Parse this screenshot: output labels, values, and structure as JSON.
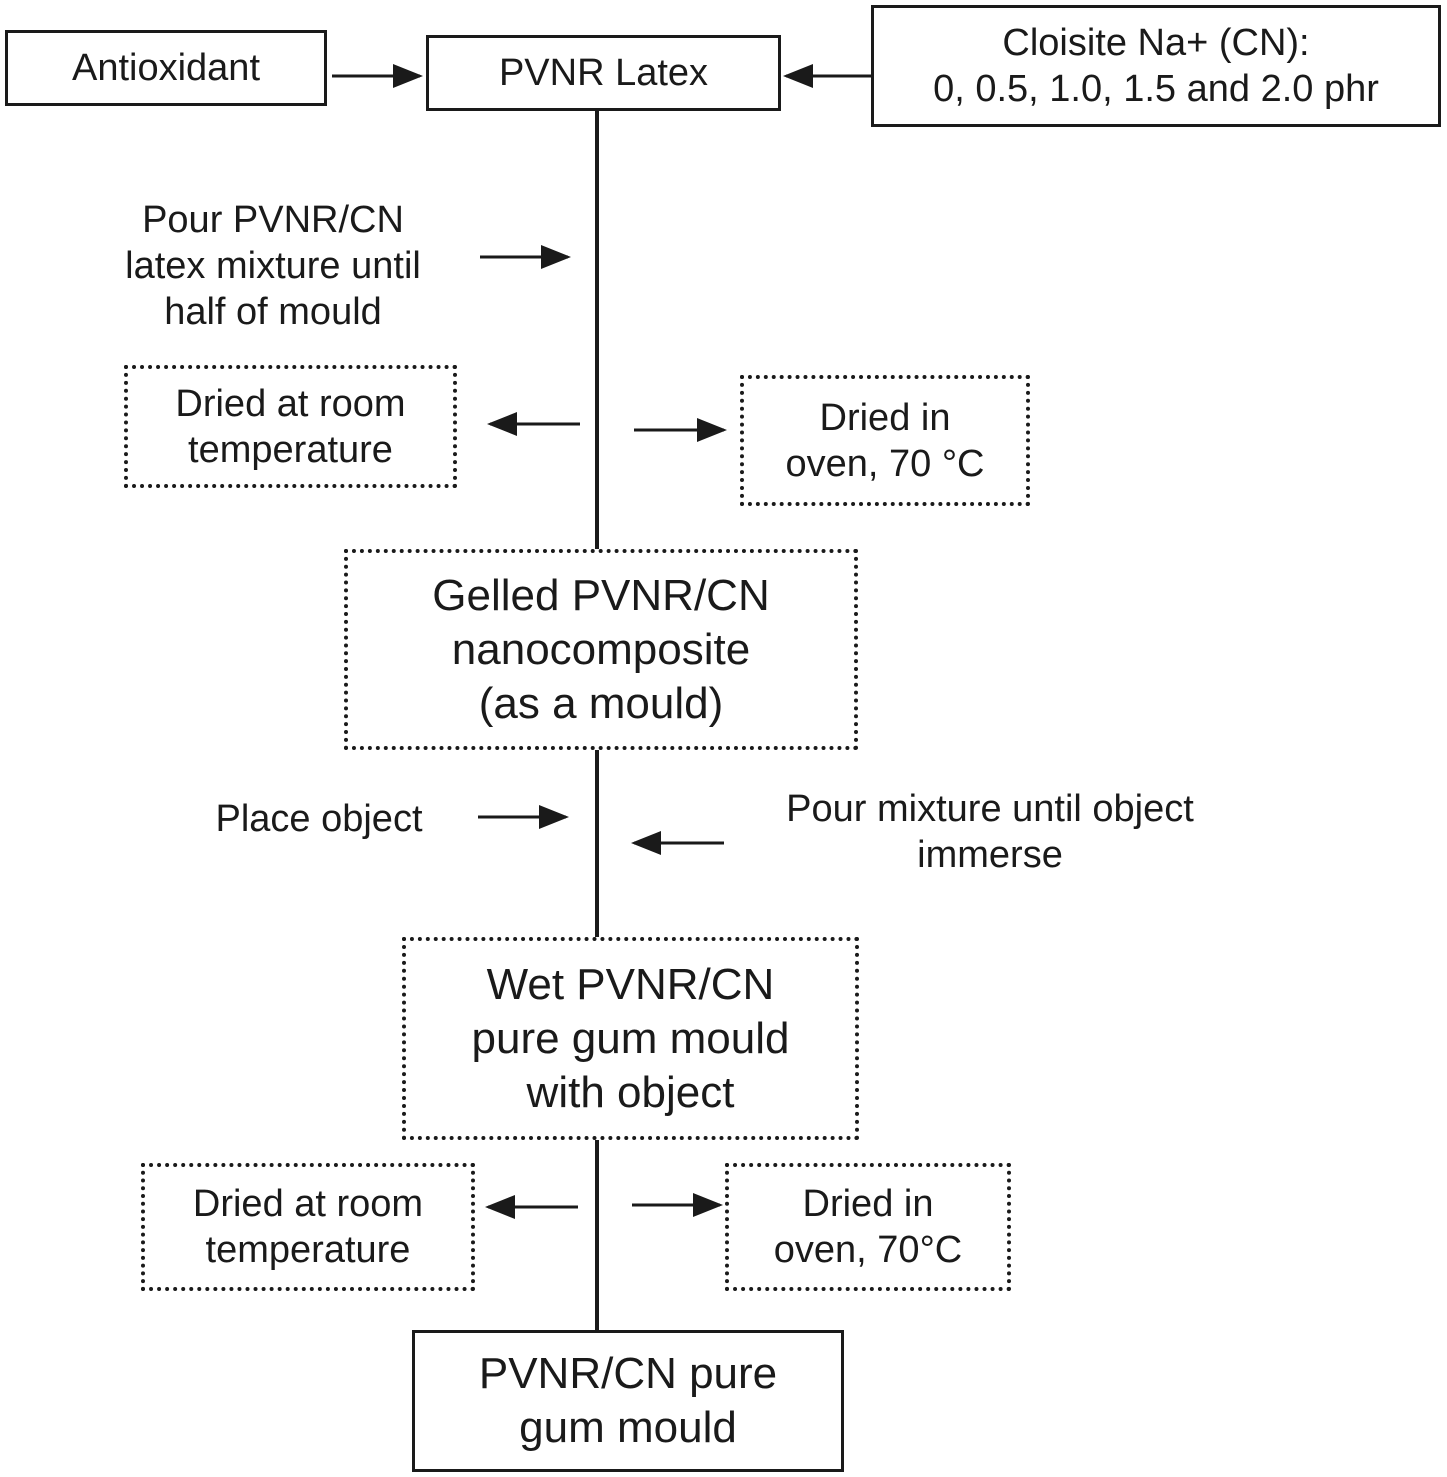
{
  "colors": {
    "ink": "#1a1a1a",
    "background": "#ffffff"
  },
  "inputs": {
    "antioxidant": "Antioxidant",
    "latex": "PVNR Latex",
    "cloisite": [
      "Cloisite Na+ (CN):",
      "0, 0.5, 1.0, 1.5 and 2.0 phr"
    ]
  },
  "step_pour_half": [
    "Pour PVNR/CN",
    "latex mixture until",
    "half of mould"
  ],
  "drying_1": {
    "room": [
      "Dried at room",
      "temperature"
    ],
    "oven": [
      "Dried in",
      "oven, 70 °C"
    ]
  },
  "gelled_mould": [
    "Gelled PVNR/CN",
    "nanocomposite",
    "(as a mould)"
  ],
  "step_place_object": "Place object",
  "step_pour_immerse": [
    "Pour mixture until object",
    "immerse"
  ],
  "wet_mould": [
    "Wet PVNR/CN",
    "pure gum mould",
    "with object"
  ],
  "drying_2": {
    "room": [
      "Dried at room",
      "temperature"
    ],
    "oven": [
      "Dried in",
      "oven, 70°C"
    ]
  },
  "final_product": [
    "PVNR/CN pure",
    "gum mould"
  ]
}
